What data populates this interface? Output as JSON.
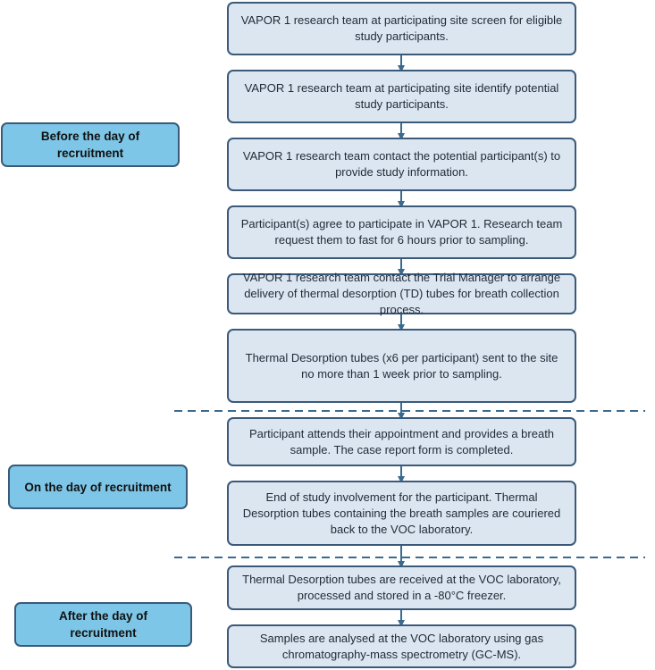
{
  "colors": {
    "step_fill": "#dbe6f1",
    "step_border": "#3b5a7a",
    "phase_fill": "#7ec6e7",
    "arrow": "#3b6a8f",
    "divider": "#3b6a8f"
  },
  "phases": [
    {
      "label": "Before the day of recruitment"
    },
    {
      "label": "On the day of recruitment"
    },
    {
      "label": "After the day of recruitment"
    }
  ],
  "steps": [
    {
      "text": "VAPOR 1 research team at participating site screen for eligible study participants."
    },
    {
      "text": "VAPOR 1 research team at participating site identify potential study participants."
    },
    {
      "text": "VAPOR 1 research team contact the potential participant(s) to provide study information."
    },
    {
      "text": "Participant(s) agree to participate in VAPOR 1.  Research team request them to fast for 6 hours prior to sampling."
    },
    {
      "text": "VAPOR 1 research team contact the Trial Manager to arrange delivery of thermal desorption (TD) tubes for breath collection process."
    },
    {
      "text": "Thermal Desorption tubes (x6 per participant) sent to the site no more than 1 week prior to sampling."
    },
    {
      "text": "Participant attends their appointment and provides a breath sample. The case report form is completed."
    },
    {
      "text": "End of study involvement for the participant. Thermal Desorption tubes containing the breath samples are couriered back to the VOC laboratory."
    },
    {
      "text": "Thermal Desorption tubes are received at the VOC laboratory, processed and stored in a -80°C freezer."
    },
    {
      "text": "Samples are analysed at the VOC laboratory using gas chromatography-mass spectrometry (GC-MS)."
    }
  ]
}
